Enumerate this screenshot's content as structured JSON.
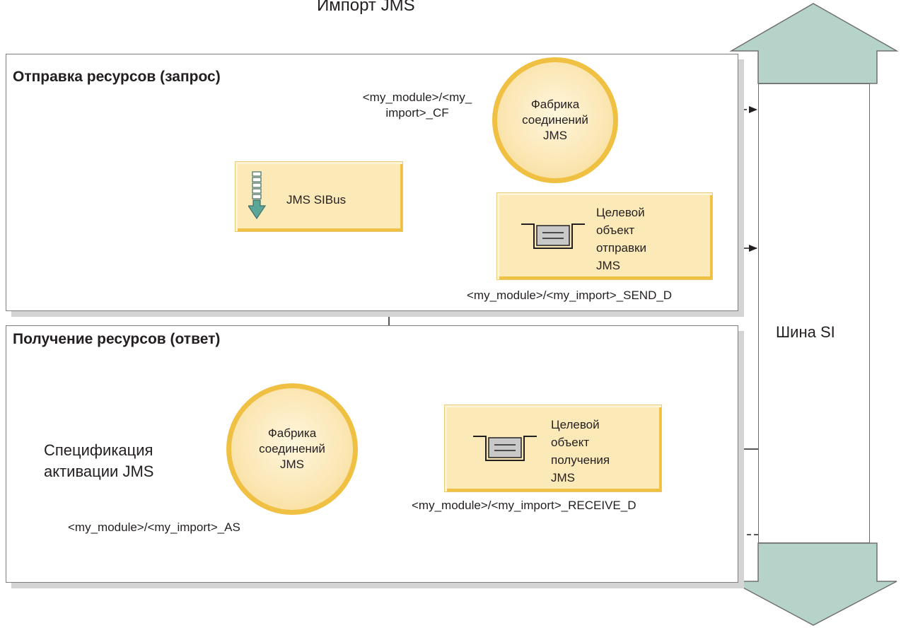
{
  "title": "Импорт JMS",
  "colors": {
    "box_fill": "#fbe9b8",
    "circle_ring": "#f0c043",
    "bus_arrow": "#b6d3ca",
    "queue_gray": "#c8c8c8",
    "sibus_icon": "#5aa79a"
  },
  "send_panel": {
    "title": "Отправка ресурсов (запрос)",
    "cf_name": "<my_module>/<my_\nimport>_CF",
    "connection_factory": "Фабрика\nсоединений\nJMS",
    "sibus_label": "JMS SIBus",
    "send_destination": "Целевой\nобъект\nотправки\nJMS",
    "send_d_name": "<my_module>/<my_import>_SEND_D"
  },
  "receive_panel": {
    "title": "Получение ресурсов (ответ)",
    "activation_spec": "Спецификация\nактивации JMS",
    "connection_factory": "Фабрика\nсоединений\nJMS",
    "as_name": "<my_module>/<my_import>_AS",
    "receive_destination": "Целевой\nобъект\nполучения\nJMS",
    "receive_d_name": "<my_module>/<my_import>_RECEIVE_D"
  },
  "si_bus": {
    "label": "Шина SI"
  }
}
